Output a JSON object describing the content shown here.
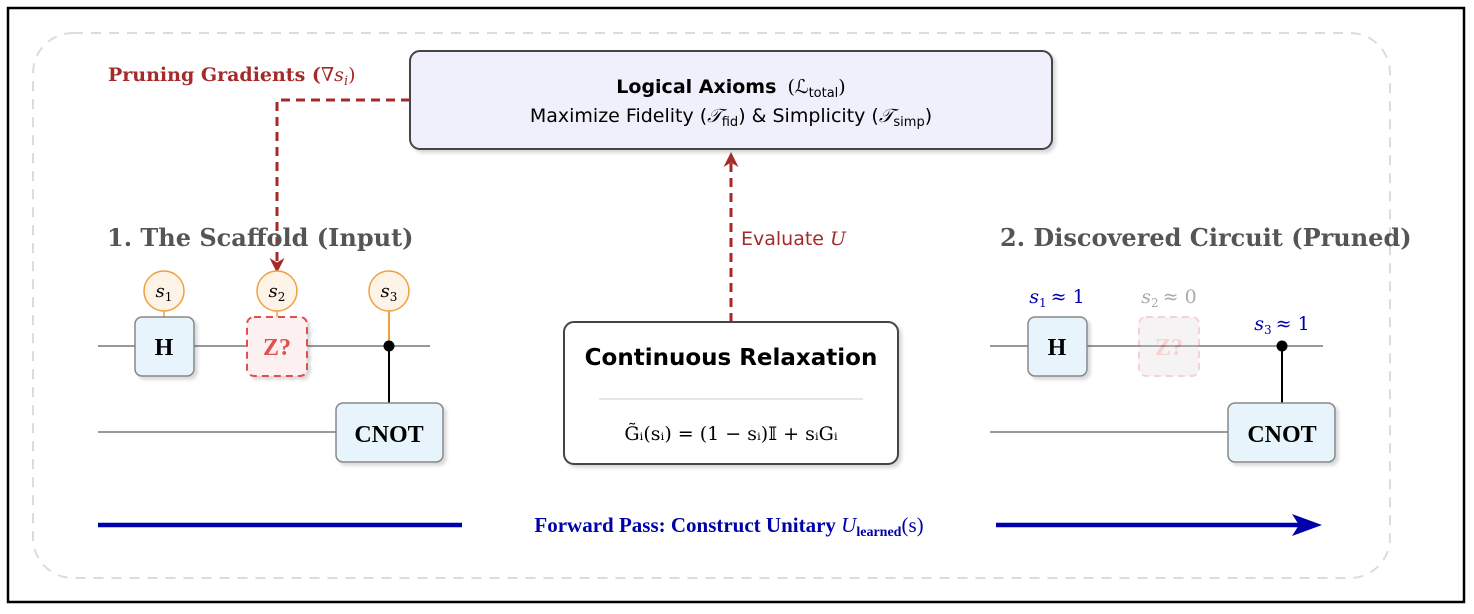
{
  "axioms": {
    "title_bold": "Logical Axioms",
    "title_math": "(ℒ",
    "title_sub": "total",
    "title_close": ")",
    "line2_a": "Maximize Fidelity (",
    "line2_t1": "𝒯",
    "line2_sub1": "fid",
    "line2_b": ") & Simplicity (",
    "line2_t2": "𝒯",
    "line2_sub2": "simp",
    "line2_c": ")"
  },
  "pruning": {
    "label": "Pruning Gradients (",
    "nabla": "∇",
    "s": "s",
    "sub": "i",
    "close": ")"
  },
  "evaluate": {
    "label": "Evaluate ",
    "var": "U"
  },
  "scaffold": {
    "title": "1. The Scaffold (Input)",
    "params": [
      {
        "s": "s",
        "sub": "1"
      },
      {
        "s": "s",
        "sub": "2"
      },
      {
        "s": "s",
        "sub": "3"
      }
    ],
    "gates": {
      "h": "H",
      "z": "Z?",
      "cnot": "CNOT"
    }
  },
  "relaxation": {
    "title": "Continuous Relaxation",
    "formula": "G̃ᵢ(sᵢ) = (1 − sᵢ)𝕀 + sᵢGᵢ"
  },
  "discovered": {
    "title": "2. Discovered Circuit (Pruned)",
    "params": [
      {
        "s": "s",
        "sub": "1",
        "approx": "≈ 1"
      },
      {
        "s": "s",
        "sub": "2",
        "approx": "≈ 0"
      },
      {
        "s": "s",
        "sub": "3",
        "approx": "≈ 1"
      }
    ],
    "gates": {
      "h": "H",
      "z": "Z?",
      "cnot": "CNOT"
    }
  },
  "forward": {
    "label": "Forward Pass: Construct Unitary ",
    "u": "U",
    "sub": "learned",
    "arg": "(s)"
  },
  "colors": {
    "accent_red": "#a52a2a",
    "accent_blue": "#0000aa",
    "param_orange": "#f0a040",
    "param_fill": "#fdf3e6",
    "gate_fill": "#e8f4fc",
    "axiom_fill": "#f0f0fc",
    "zgate_red": "#e05050"
  }
}
